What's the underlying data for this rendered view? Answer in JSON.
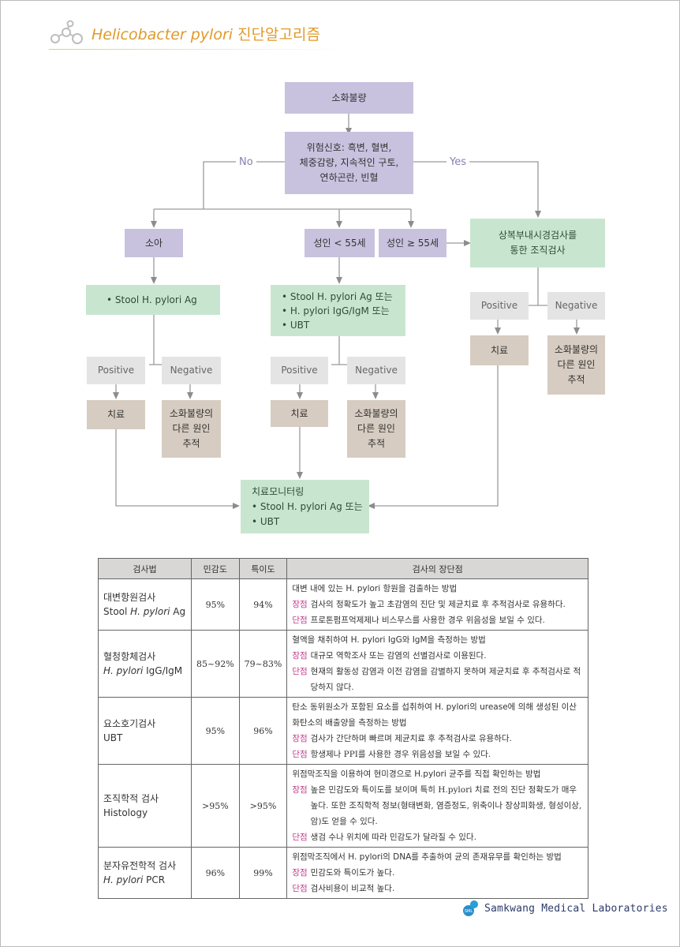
{
  "header": {
    "title_italic": "Helicobacter pylori",
    "title_rest": " 진단알고리즘"
  },
  "flow": {
    "start": "소화불량",
    "alarm": "위험신호: 흑변, 혈변,\n체중감량, 지속적인 구토,\n연하곤란, 빈혈",
    "no_label": "No",
    "yes_label": "Yes",
    "child": "소아",
    "adult_lt55": "성인 < 55세",
    "adult_ge55": "성인 ≥ 55세",
    "endoscopy": "상복부내시경검사를\n통한 조직검사",
    "child_test": "• Stool H. pylori Ag",
    "adult_test": "• Stool H. pylori Ag 또는\n• H. pylori IgG/IgM 또는\n• UBT",
    "positive": "Positive",
    "negative": "Negative",
    "treat": "치료",
    "other_cause": "소화불량의\n다른 원인\n추적",
    "monitor": "치료모니터링\n• Stool H. pylori Ag 또는\n• UBT"
  },
  "table": {
    "headers": [
      "검사법",
      "민감도",
      "특이도",
      "검사의 장단점"
    ],
    "pros_tag": "장점",
    "cons_tag": "단점",
    "rows": [
      {
        "name1": "대변항원검사",
        "name2_pre": "Stool ",
        "name2_it": "H. pylori",
        "name2_post": " Ag",
        "sens": "95%",
        "spec": "94%",
        "lead": "대변 내에 있는 H. pylori 항원을 검출하는 방법",
        "pros": "검사의 정확도가 높고 초감염의 진단 및 제균치료 후 추적검사로 유용하다.",
        "cons": "프로톤펌프억제제나 비스무스를 사용한 경우 위음성을 보일 수 있다."
      },
      {
        "name1": "혈청항체검사",
        "name2_pre": "",
        "name2_it": "H. pylori",
        "name2_post": " IgG/IgM",
        "sens": "85~92%",
        "spec": "79~83%",
        "lead": "혈액을 채취하여 H. pylori IgG와 IgM을 측정하는 방법",
        "pros": "대규모 역학조사 또는 감염의 선별검사로 이용된다.",
        "cons": "현재의 활동성 감염과 이전 감염을 감별하지 못하며 제균치료 후 추적검사로 적당하지 않다."
      },
      {
        "name1": "요소호기검사",
        "name2_pre": "UBT",
        "name2_it": "",
        "name2_post": "",
        "sens": "95%",
        "spec": "96%",
        "lead": "탄소 동위원소가 포함된 요소를 섭취하여 H. pylori의 urease에 의해 생성된 이산화탄소의 배출양을 측정하는 방법",
        "pros": "검사가 간단하며 빠르며 제균치료 후 추적검사로 유용하다.",
        "cons": "항생제나 PPI를 사용한 경우 위음성을 보일 수 있다."
      },
      {
        "name1": "조직학적 검사",
        "name2_pre": "Histology",
        "name2_it": "",
        "name2_post": "",
        "sens": ">95%",
        "spec": ">95%",
        "lead": "위점막조직을 이용하여 현미경으로 H.pylori 균주를 직접 확인하는 방법",
        "pros": "높은 민감도와 특이도를 보이며 특히 H.pylori 치료 전의 진단 정확도가 매우 높다. 또한 조직학적 정보(형태변화, 염증정도, 위축이나 장상피화생, 형성이상, 암)도 얻을 수 있다.",
        "cons": "생검 수나 위치에 따라 민감도가 달라질 수 있다."
      },
      {
        "name1": "분자유전학적 검사",
        "name2_pre": "",
        "name2_it": "H. pylori",
        "name2_post": " PCR",
        "sens": "96%",
        "spec": "99%",
        "lead": "위점막조직에서 H. pylori의 DNA를 추출하여 균의 존재유무를 확인하는 방법",
        "pros": "민감도와 특이도가 높다.",
        "cons": "검사비용이 비교적 높다."
      }
    ]
  },
  "footer": {
    "company": "Samkwang Medical Laboratories",
    "mark": "SML"
  },
  "colors": {
    "purple": "#c8c2df",
    "green": "#c8e6cf",
    "gray": "#e4e4e4",
    "tan": "#d6ccc1",
    "accent": "#e09a2a",
    "tag": "#c2388a"
  }
}
